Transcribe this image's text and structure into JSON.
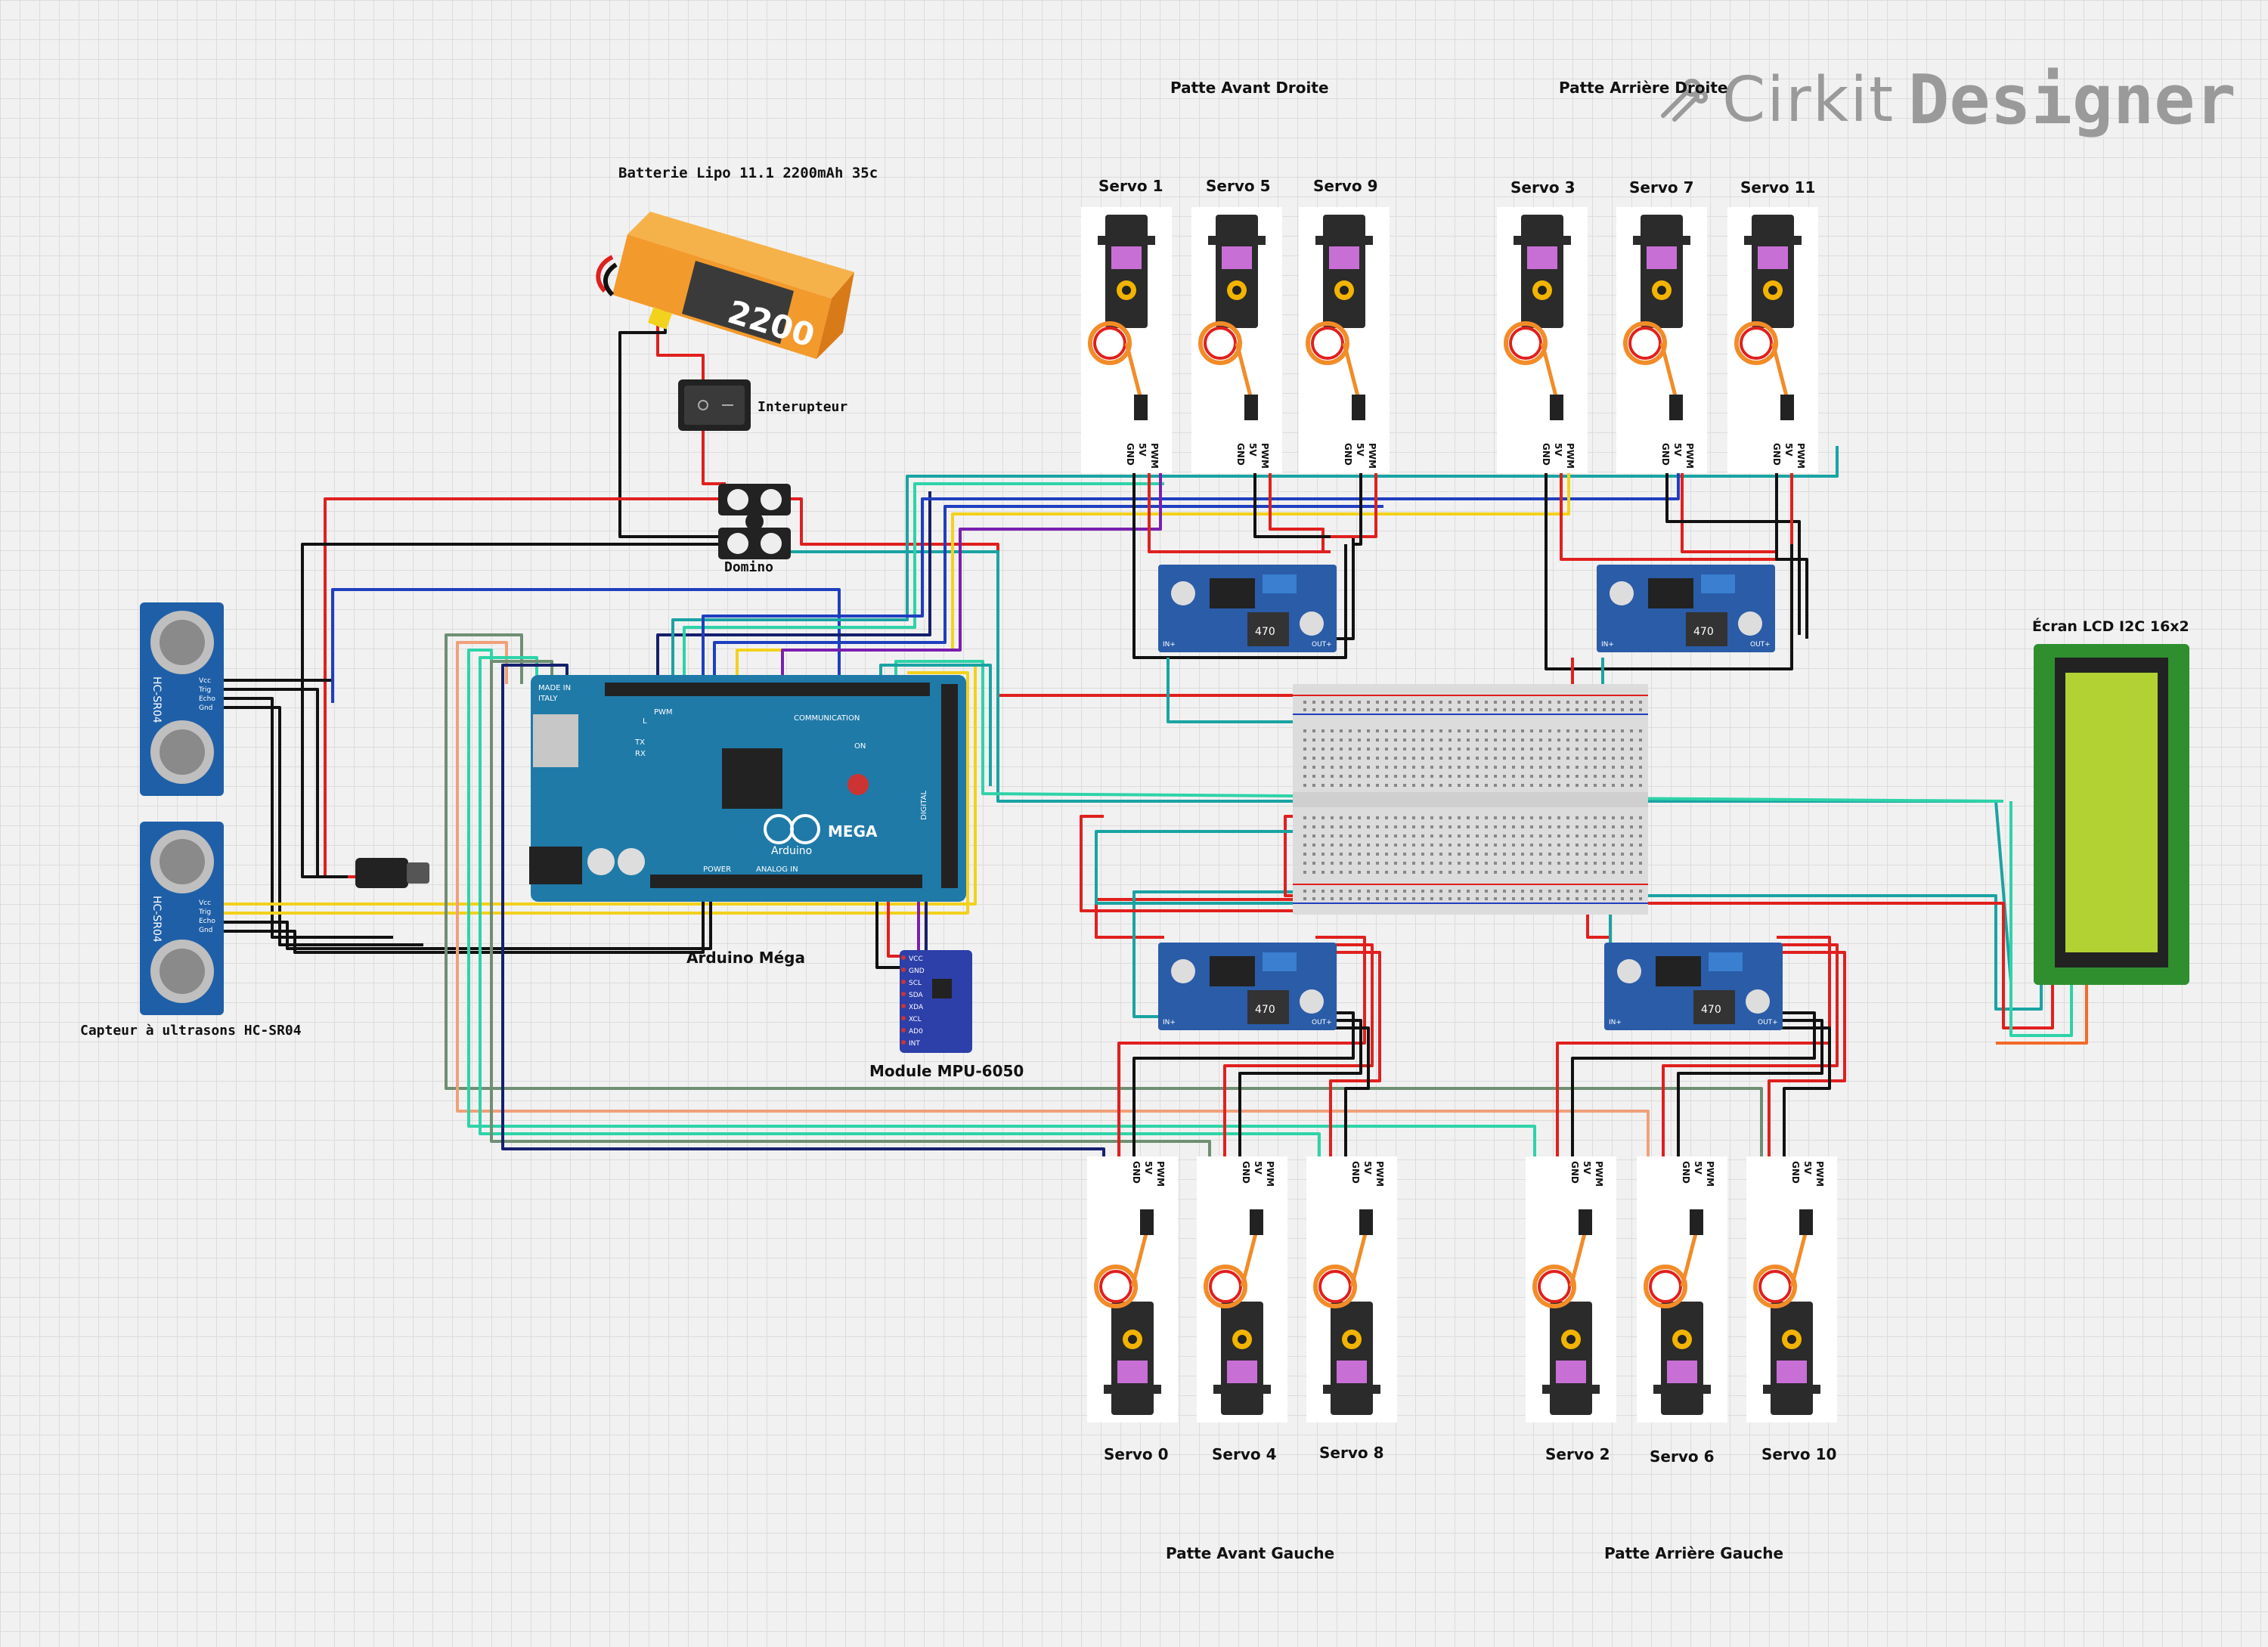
{
  "app": {
    "brand_a": "Cirkit",
    "brand_b": "Designer"
  },
  "labels": {
    "battery": "Batterie Lipo 11.1 2200mAh 35c",
    "switch": "Interupteur",
    "domino": "Domino",
    "ultrasonic": "Capteur à ultrasons HC-SR04",
    "arduino": "Arduino Méga",
    "mpu": "Module MPU-6050",
    "lcd": "Écran LCD I2C 16x2",
    "leg_front_right": "Patte Avant Droite",
    "leg_rear_right": "Patte Arrière Droite",
    "leg_front_left": "Patte Avant Gauche",
    "leg_rear_left": "Patte Arrière Gauche"
  },
  "servos_top": [
    {
      "label": "Servo 1"
    },
    {
      "label": "Servo 5"
    },
    {
      "label": "Servo 9"
    },
    {
      "label": "Servo 3"
    },
    {
      "label": "Servo 7"
    },
    {
      "label": "Servo 11"
    }
  ],
  "servos_bottom": [
    {
      "label": "Servo 0"
    },
    {
      "label": "Servo 4"
    },
    {
      "label": "Servo 8"
    },
    {
      "label": "Servo 2"
    },
    {
      "label": "Servo 6"
    },
    {
      "label": "Servo 10"
    }
  ],
  "servo_pins": {
    "gnd": "GND",
    "v5": "5V",
    "pwm": "PWM"
  },
  "board_text": {
    "made_in": "MADE IN",
    "italy": "ITALY",
    "arduino_word": "Arduino",
    "mega": "MEGA",
    "pwm": "PWM",
    "communication": "COMMUNICATION",
    "power": "POWER",
    "analog_in": "ANALOG IN",
    "digital": "DIGITAL",
    "tx": "TX",
    "rx": "RX",
    "on": "ON",
    "l": "L"
  },
  "mpu_pins": [
    "VCC",
    "GND",
    "SCL",
    "SDA",
    "XDA",
    "XCL",
    "AD0",
    "INT"
  ],
  "sensor_text": "HC-SR04",
  "sensor_pins": [
    "Vcc",
    "Trig",
    "Echo",
    "Gnd"
  ],
  "buck_text": {
    "cap": "470",
    "inp": "IN+",
    "outp": "OUT+"
  },
  "battery_text": "2200",
  "colors": {
    "red": "#e0201e",
    "black": "#111111",
    "blue": "#1f3fbf",
    "navy": "#16206e",
    "teal": "#1aa3a3",
    "mint": "#2ed3a8",
    "yellow": "#f2d21c",
    "purple": "#7a1fb0",
    "orange": "#f26a2a",
    "salmon": "#f0a07a",
    "gray_green": "#6f8f73",
    "arduino_blue": "#1f7aa8",
    "lcd_green": "#b2d234",
    "battery_orange": "#f39a2c",
    "buck_blue": "#2a5ca8",
    "mpu_blue": "#2d3fa8"
  }
}
